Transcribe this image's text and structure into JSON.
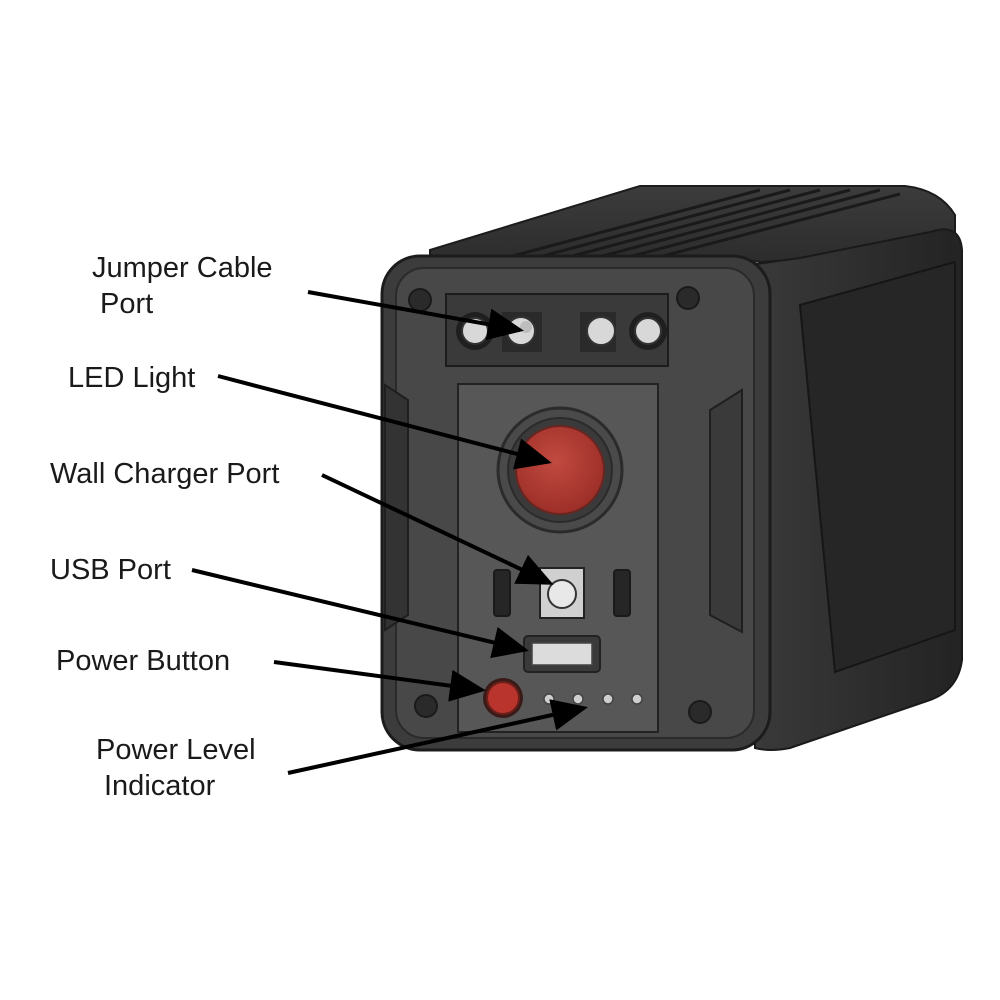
{
  "labels": {
    "jumper_cable_port": [
      "Jumper Cable",
      "Port"
    ],
    "led_light": "LED Light",
    "wall_charger_port": "Wall Charger Port",
    "usb_port": "USB Port",
    "power_button": "Power Button",
    "power_level_indicator": [
      "Power Level",
      "Indicator"
    ]
  },
  "colors": {
    "body_dark": "#2b2b2b",
    "body_mid": "#4a4a4a",
    "face": "#5a5a5a",
    "face_panel": "#555555",
    "led_red": "#b23a32",
    "button_red": "#b8342c",
    "arrow": "#000000"
  },
  "icons": [
    "terminal-post-icon",
    "led-lens-icon",
    "barrel-jack-icon",
    "usb-slot-icon",
    "power-button-icon",
    "indicator-dot-icon"
  ]
}
